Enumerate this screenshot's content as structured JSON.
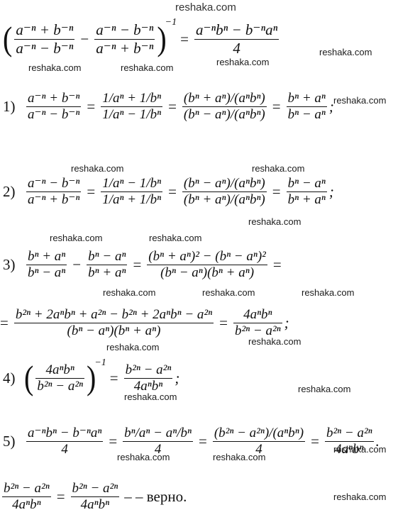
{
  "watermark": "reshaka.com",
  "header": {
    "lhs_num_a": "a⁻ⁿ + b⁻ⁿ",
    "lhs_den_a": "a⁻ⁿ − b⁻ⁿ",
    "lhs_num_b": "a⁻ⁿ − b⁻ⁿ",
    "lhs_den_b": "a⁻ⁿ + b⁻ⁿ",
    "power": "−1",
    "rhs_num": "a⁻ⁿbⁿ − b⁻ⁿaⁿ",
    "rhs_den": "4"
  },
  "step1": {
    "label": "1)",
    "f1_num": "a⁻ⁿ + b⁻ⁿ",
    "f1_den": "a⁻ⁿ − b⁻ⁿ",
    "f2_num": "1/aⁿ + 1/bⁿ",
    "f2_den": "1/aⁿ − 1/bⁿ",
    "f3_num": "(bⁿ + aⁿ)/(aⁿbⁿ)",
    "f3_den": "(bⁿ − aⁿ)/(aⁿbⁿ)",
    "f4_num": "bⁿ + aⁿ",
    "f4_den": "bⁿ − aⁿ",
    "end": ";"
  },
  "step2": {
    "label": "2)",
    "f1_num": "a⁻ⁿ − b⁻ⁿ",
    "f1_den": "a⁻ⁿ + b⁻ⁿ",
    "f2_num": "1/aⁿ − 1/bⁿ",
    "f2_den": "1/aⁿ + 1/bⁿ",
    "f3_num": "(bⁿ − aⁿ)/(aⁿbⁿ)",
    "f3_den": "(bⁿ + aⁿ)/(aⁿbⁿ)",
    "f4_num": "bⁿ − aⁿ",
    "f4_den": "bⁿ + aⁿ",
    "end": ";"
  },
  "step3": {
    "label": "3)",
    "f1_num": "bⁿ + aⁿ",
    "f1_den": "bⁿ − aⁿ",
    "f2_num": "bⁿ − aⁿ",
    "f2_den": "bⁿ + aⁿ",
    "f3_num": "(bⁿ + aⁿ)² − (bⁿ − aⁿ)²",
    "f3_den": "(bⁿ − aⁿ)(bⁿ + aⁿ)",
    "l2_num": "b²ⁿ + 2aⁿbⁿ + a²ⁿ − b²ⁿ + 2aⁿbⁿ − a²ⁿ",
    "l2_den": "(bⁿ − aⁿ)(bⁿ + aⁿ)",
    "r_num": "4aⁿbⁿ",
    "r_den": "b²ⁿ − a²ⁿ",
    "end": ";"
  },
  "step4": {
    "label": "4)",
    "in_num": "4aⁿbⁿ",
    "in_den": "b²ⁿ − a²ⁿ",
    "power": "−1",
    "r_num": "b²ⁿ − a²ⁿ",
    "r_den": "4aⁿbⁿ",
    "end": ";"
  },
  "step5": {
    "label": "5)",
    "f1_num": "a⁻ⁿbⁿ − b⁻ⁿaⁿ",
    "f1_den": "4",
    "f2_num": "bⁿ/aⁿ − aⁿ/bⁿ",
    "f2_den": "4",
    "f3_num": "(b²ⁿ − a²ⁿ)/(aⁿbⁿ)",
    "f3_den": "4",
    "f4_num": "b²ⁿ − a²ⁿ",
    "f4_den": "4aⁿbⁿ",
    "end": "."
  },
  "conclusion": {
    "l_num": "b²ⁿ − a²ⁿ",
    "l_den": "4aⁿbⁿ",
    "r_num": "b²ⁿ − a²ⁿ",
    "r_den": "4aⁿbⁿ",
    "text": "– – верно."
  }
}
